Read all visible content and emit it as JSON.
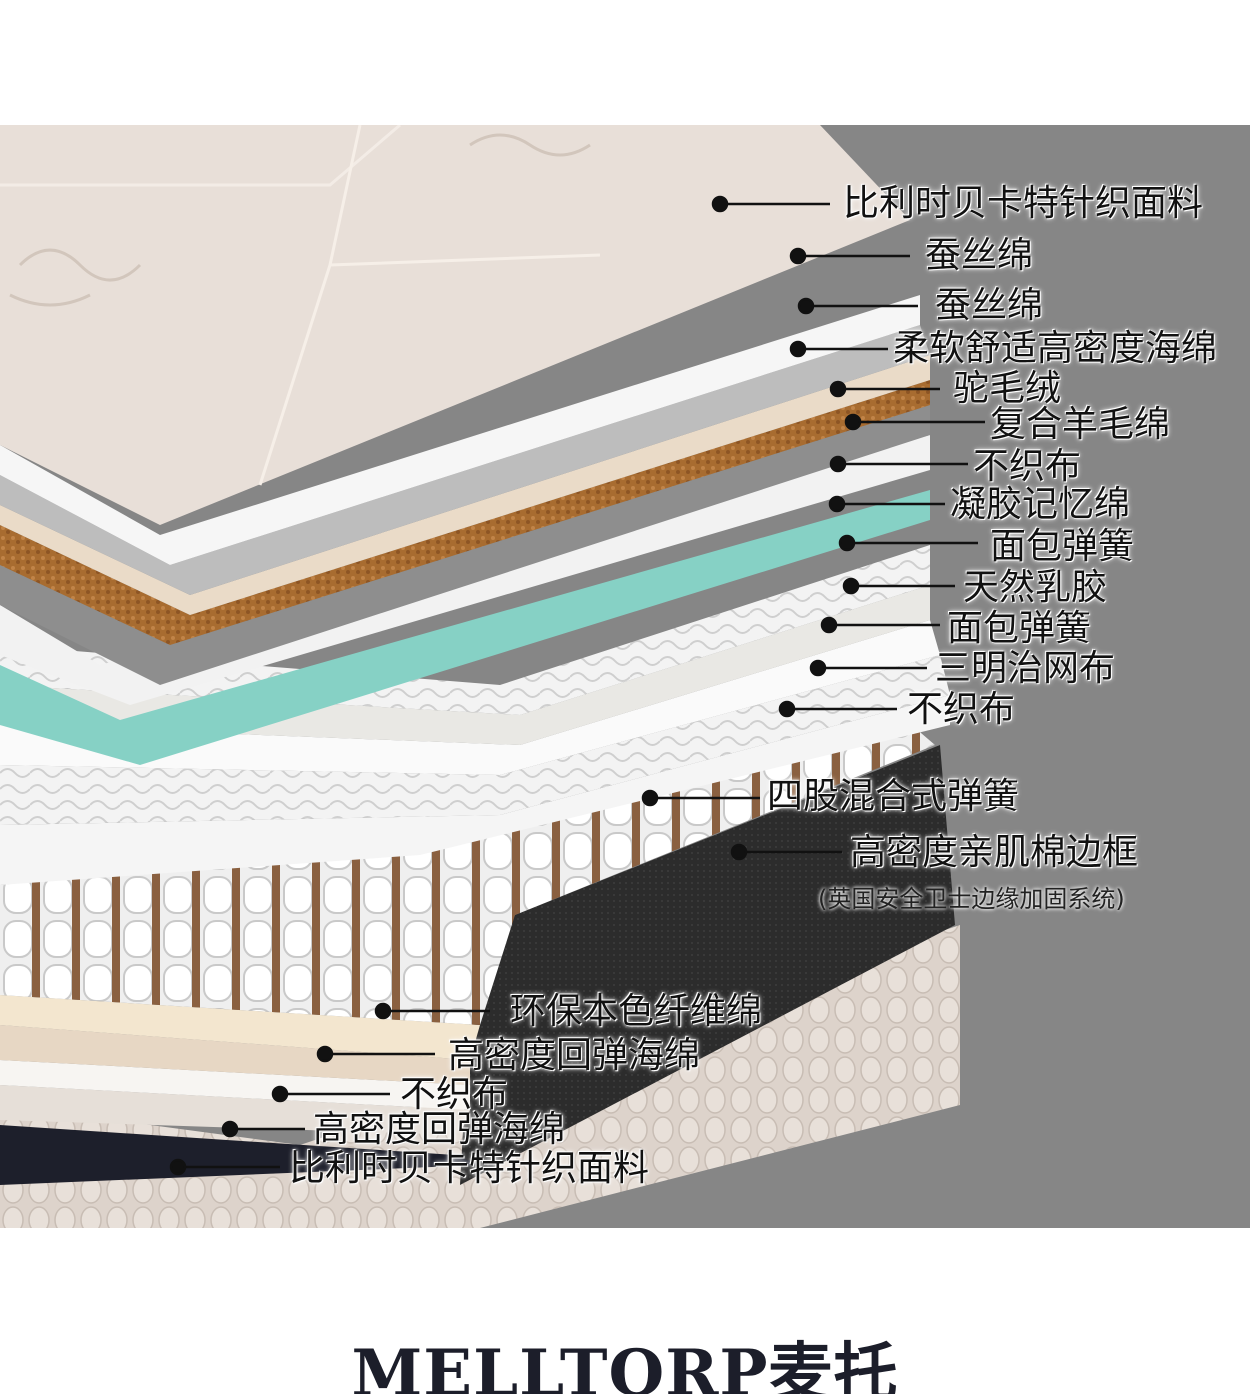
{
  "colors": {
    "background": "#868686",
    "fabric": "#e9e1db",
    "gel": "#86d1c5",
    "camel": "#a36a2e",
    "border_foam": "#2a2a2a",
    "label_text": "#111111"
  },
  "layers_top": [
    {
      "name": "比利时贝卡特针织面料"
    },
    {
      "name": "蚕丝绵"
    },
    {
      "name": "蚕丝绵"
    },
    {
      "name": "柔软舒适高密度海绵"
    },
    {
      "name": "驼毛绒"
    },
    {
      "name": "复合羊毛绵"
    },
    {
      "name": "不织布"
    },
    {
      "name": "凝胶记忆绵"
    },
    {
      "name": "面包弹簧"
    },
    {
      "name": "天然乳胶"
    },
    {
      "name": "面包弹簧"
    },
    {
      "name": "三明治网布"
    },
    {
      "name": "不织布"
    }
  ],
  "layers_core": [
    {
      "name": "四股混合式弹簧"
    },
    {
      "name": "高密度亲肌棉边框",
      "note": "(英国安全卫士边缘加固系统)"
    }
  ],
  "layers_bottom": [
    {
      "name": "环保本色纤维绵"
    },
    {
      "name": "高密度回弹海绵"
    },
    {
      "name": "不织布"
    },
    {
      "name": "高密度回弹海绵"
    },
    {
      "name": "比利时贝卡特针织面料"
    }
  ],
  "brand": {
    "latin": "MELLTORP",
    "cn": "麦托"
  }
}
